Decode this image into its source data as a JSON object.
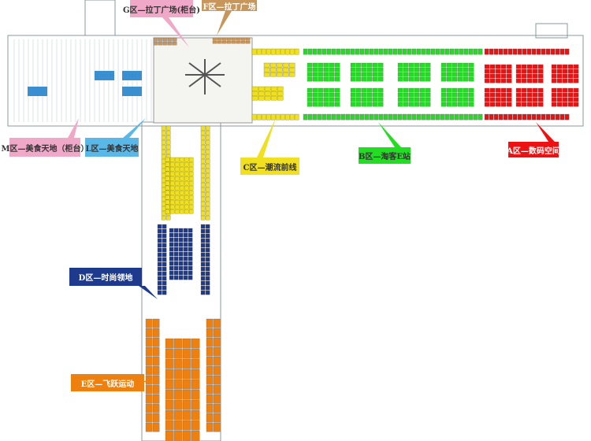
{
  "zones": [
    {
      "id": "G",
      "label": "G区—拉丁广场(柜台)",
      "color": "#f0a8c8",
      "text": "#333"
    },
    {
      "id": "F",
      "label": "F区—拉丁广场",
      "color": "#c8965a",
      "text": "#fff"
    },
    {
      "id": "M",
      "label": "M区—美食天地（柜台）",
      "color": "#f0a8c8",
      "text": "#333"
    },
    {
      "id": "L",
      "label": "L区—美食天地",
      "color": "#5ab8e8",
      "text": "#333"
    },
    {
      "id": "C",
      "label": "C区—潮流前线",
      "color": "#f0e020",
      "text": "#333"
    },
    {
      "id": "B",
      "label": "B区—淘客E站",
      "color": "#22dd22",
      "text": "#333"
    },
    {
      "id": "A",
      "label": "A区—数码空间",
      "color": "#ee1111",
      "text": "#fff"
    },
    {
      "id": "D",
      "label": "D区—时尚领地",
      "color": "#1e3a8c",
      "text": "#fff"
    },
    {
      "id": "E",
      "label": "E区—飞跃运动",
      "color": "#ee8010",
      "text": "#fff"
    }
  ]
}
